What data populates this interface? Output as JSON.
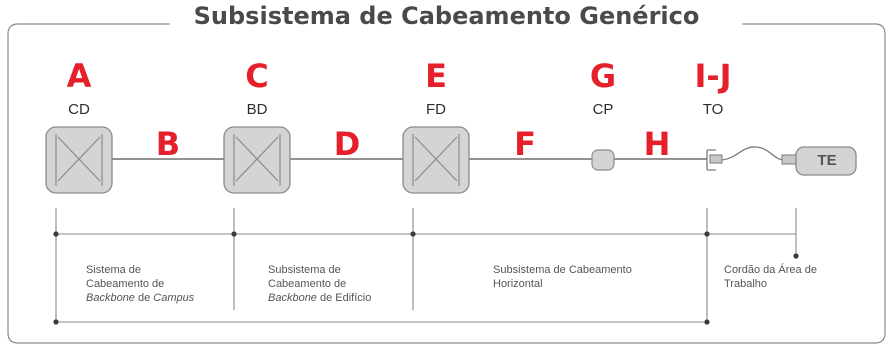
{
  "title": "Subsistema de Cabeamento Genérico",
  "nodes": [
    {
      "letter": "A",
      "code": "CD"
    },
    {
      "letter": "C",
      "code": "BD"
    },
    {
      "letter": "E",
      "code": "FD"
    },
    {
      "letter": "G",
      "code": "CP"
    },
    {
      "letter": "I-J",
      "code": "TO"
    }
  ],
  "links": {
    "b": "B",
    "d": "D",
    "f": "F",
    "h": "H"
  },
  "terminal": "TE",
  "subsystems": {
    "campus": {
      "line1": "Sistema de",
      "line2": "Cabeamento de",
      "line3_italic_1": "Backbone",
      "line3_mid": " de ",
      "line3_italic_2": "Campus"
    },
    "building": {
      "line1": "Subsistema de",
      "line2": "Cabeamento de",
      "line3_italic": "Backbone",
      "line3_rest": " de Edifício"
    },
    "horizontal": {
      "line1": "Subsistema de Cabeamento",
      "line2": "Horizontal"
    },
    "work_area": {
      "line1": "Cordão da Área de",
      "line2": "Trabalho"
    }
  },
  "colors": {
    "accent": "#e6202a",
    "box_fill": "#d4d4d4",
    "box_stroke": "#8a8a8a",
    "line": "#6e6e6e"
  }
}
